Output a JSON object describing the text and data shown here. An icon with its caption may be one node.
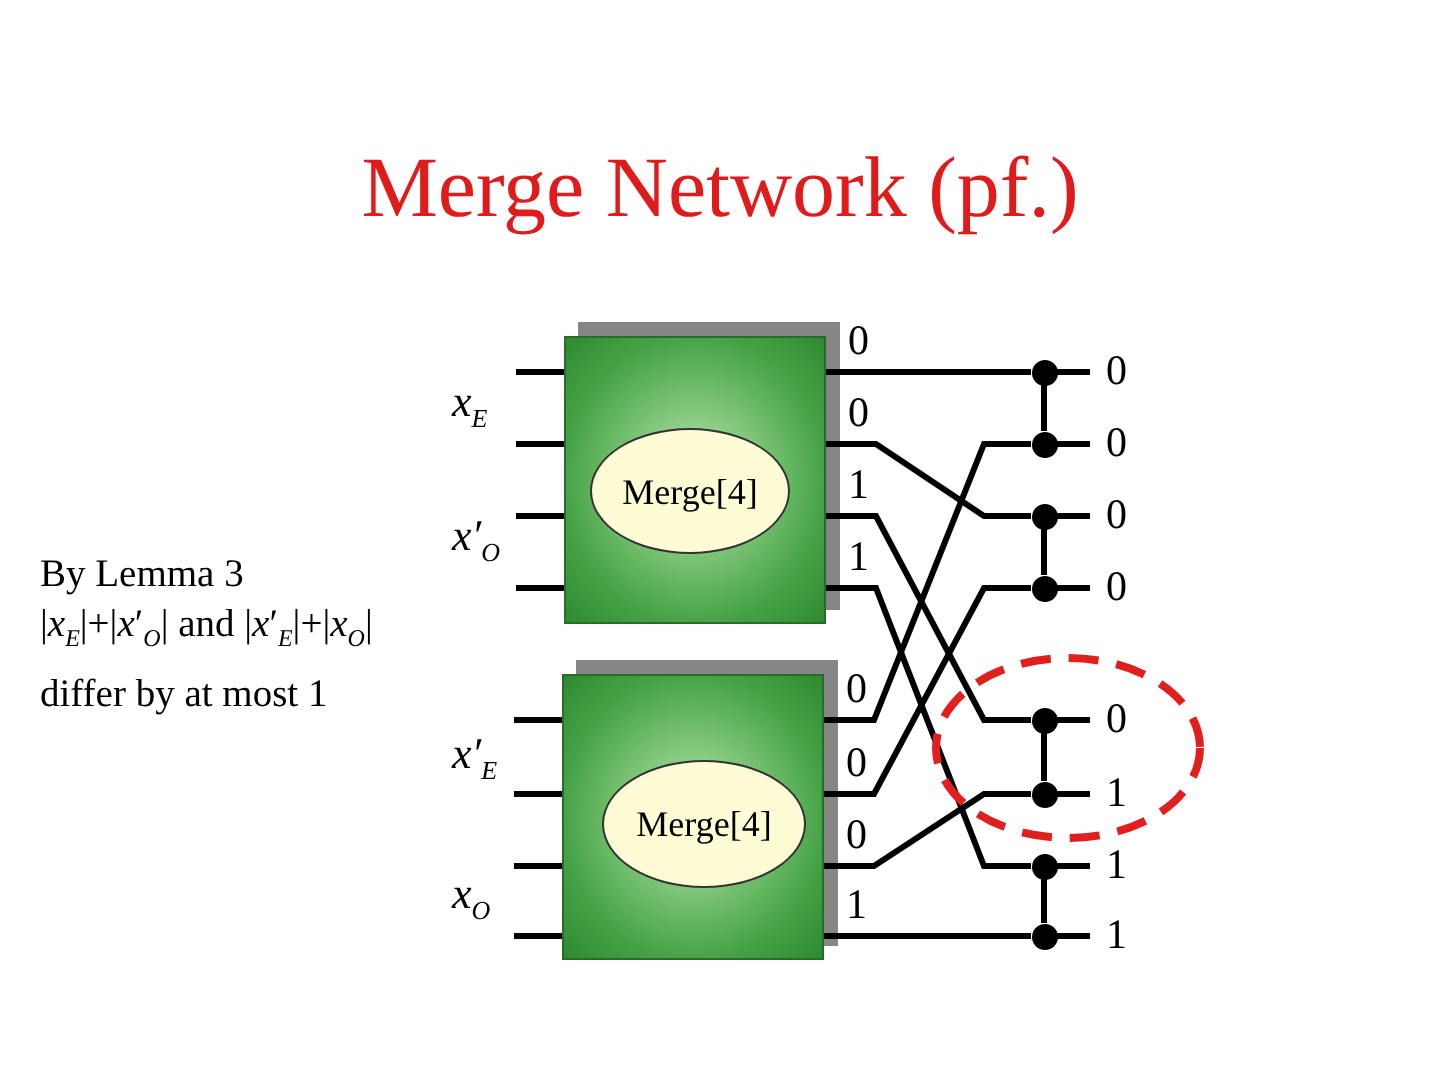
{
  "diagram": {
    "title": "Merge Network (pf.)",
    "nodes": [
      {
        "text": [],
        "shape": "box"
      },
      {
        "text": [
          "Merge[4]"
        ],
        "in": 0
      },
      {
        "text": [],
        "shape": "box"
      },
      {
        "text": [
          "Merge[4]"
        ],
        "in": 2
      },
      {
        "text": [],
        "shape": "circle"
      },
      {
        "text": [],
        "shape": "circle"
      },
      {
        "text": [],
        "shape": "circle"
      },
      {
        "text": [],
        "shape": "circle"
      },
      {
        "text": [],
        "shape": "circle"
      },
      {
        "text": [],
        "shape": "circle"
      },
      {
        "text": [],
        "shape": "circle"
      },
      {
        "text": [],
        "shape": "circle"
      }
    ],
    "edges": [
      {
        "from": null,
        "to": 0,
        "arrow": "none"
      },
      {
        "from": null,
        "to": 0,
        "arrow": "none"
      },
      {
        "from": null,
        "to": 0,
        "arrow": "none"
      },
      {
        "from": null,
        "to": 0,
        "arrow": "none"
      },
      {
        "from": null,
        "to": 2,
        "arrow": "none"
      },
      {
        "from": null,
        "to": 2,
        "arrow": "none"
      },
      {
        "from": null,
        "to": 2,
        "arrow": "none"
      },
      {
        "from": null,
        "to": 2,
        "arrow": "none"
      },
      {
        "from": 0,
        "to": 4,
        "arrow": "none",
        "label": "0"
      },
      {
        "from": 0,
        "to": 6,
        "arrow": "none",
        "label": "0"
      },
      {
        "from": 0,
        "to": 8,
        "arrow": "none",
        "label": "1"
      },
      {
        "from": 0,
        "to": 10,
        "arrow": "none",
        "label": "1"
      },
      {
        "from": 2,
        "to": 5,
        "arrow": "none",
        "label": "0"
      },
      {
        "from": 2,
        "to": 7,
        "arrow": "none",
        "label": "0"
      },
      {
        "from": 2,
        "to": 9,
        "arrow": "none",
        "label": "0"
      },
      {
        "from": 2,
        "to": 11,
        "arrow": "none",
        "label": "1"
      },
      {
        "from": 4,
        "to": 5,
        "arrow": "none"
      },
      {
        "from": 6,
        "to": 7,
        "arrow": "none"
      },
      {
        "from": 8,
        "to": 9,
        "arrow": "none"
      },
      {
        "from": 10,
        "to": 11,
        "arrow": "none"
      },
      {
        "from": 4,
        "to": null,
        "arrow": "none",
        "label": "0"
      },
      {
        "from": 5,
        "to": null,
        "arrow": "none",
        "label": "0"
      },
      {
        "from": 6,
        "to": null,
        "arrow": "none",
        "label": "0"
      },
      {
        "from": 7,
        "to": null,
        "arrow": "none",
        "label": "0"
      },
      {
        "from": 8,
        "to": null,
        "arrow": "none",
        "label": "0"
      },
      {
        "from": 9,
        "to": null,
        "arrow": "none",
        "label": "1"
      },
      {
        "from": 10,
        "to": null,
        "arrow": "none",
        "label": "1"
      },
      {
        "from": 11,
        "to": null,
        "arrow": "none",
        "label": "1"
      }
    ],
    "labels": [
      "x$_{E}$",
      "x′$_{O}$",
      "By Lemma 3",
      "|*x*$_{E}$|+|*x*′$_{O}$| and |*x*′$_{E}$|+|*x*$_{O}$|",
      "differ by at most 1",
      "x′$_{E}$",
      "x$_{O}$"
    ]
  }
}
